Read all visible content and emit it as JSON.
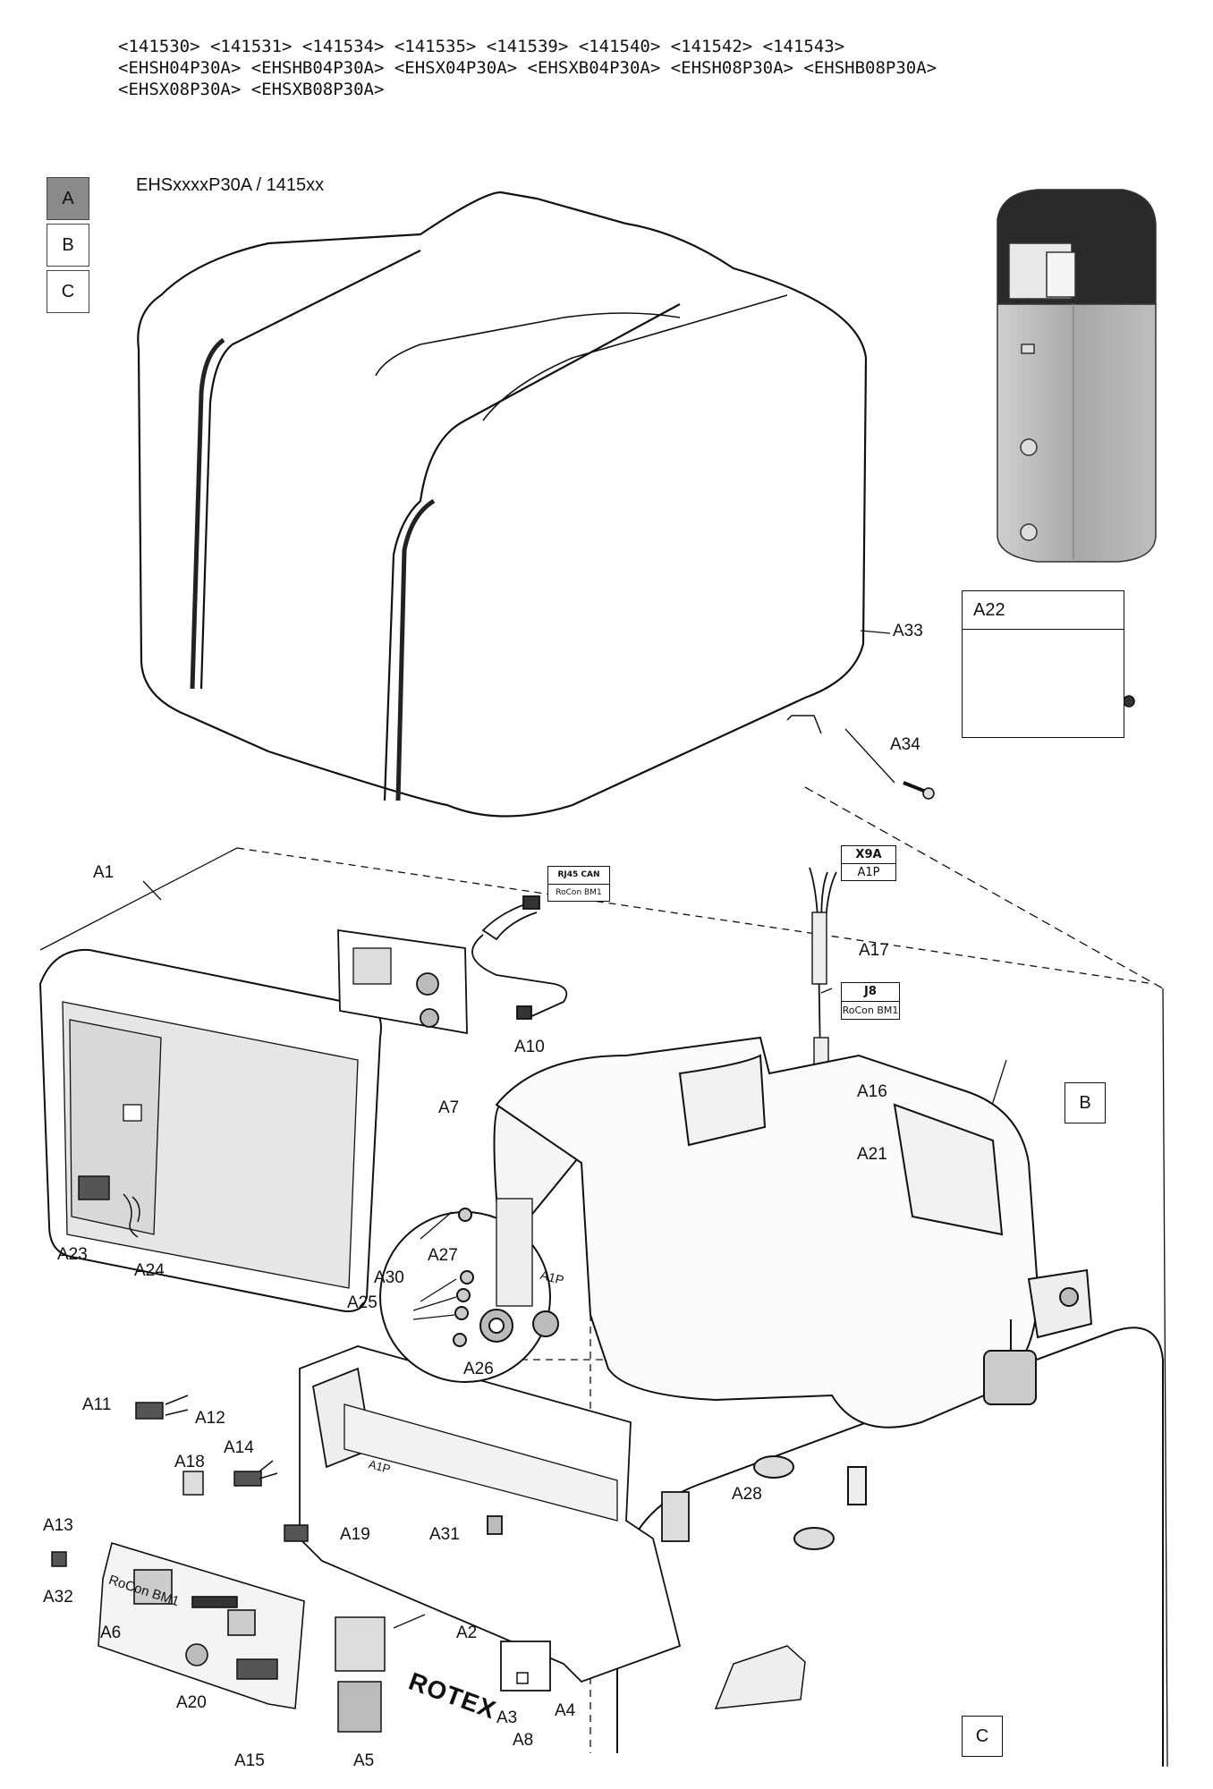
{
  "header": {
    "line1": "<141530> <141531> <141534> <141535> <141539> <141540> <141542> <141543>",
    "line2": "<EHSH04P30A> <EHSHB04P30A> <EHSX04P30A> <EHSXB04P30A> <EHSH08P30A> <EHSHB08P30A>",
    "line3": "<EHSX08P30A> <EHSXB08P30A>"
  },
  "sections": [
    "A",
    "B",
    "C"
  ],
  "active_section": "A",
  "model_label": "EHSxxxxP30A / 1415xx",
  "brand": "ROTEX",
  "board_labels": {
    "a1p_1": "A1P",
    "a1p_2": "A1P",
    "rocon": "RoCon BM1"
  },
  "connector_tags": {
    "rj45": {
      "top": "RJ45 CAN",
      "bottom": "RoCon BM1"
    },
    "x9a": {
      "top": "X9A",
      "bottom": "A1P"
    },
    "j8": {
      "top": "J8",
      "bottom": "RoCon BM1"
    }
  },
  "detail_boxes": {
    "b": "B",
    "c": "C"
  },
  "kit_label": "A22",
  "part_labels": {
    "A1": "A1",
    "A2": "A2",
    "A3": "A3",
    "A4": "A4",
    "A5": "A5",
    "A6": "A6",
    "A7": "A7",
    "A8": "A8",
    "A10": "A10",
    "A11": "A11",
    "A12": "A12",
    "A13": "A13",
    "A14": "A14",
    "A15": "A15",
    "A16": "A16",
    "A17": "A17",
    "A18": "A18",
    "A19": "A19",
    "A20": "A20",
    "A21": "A21",
    "A23": "A23",
    "A24": "A24",
    "A25": "A25",
    "A26": "A26",
    "A27": "A27",
    "A28": "A28",
    "A30": "A30",
    "A31": "A31",
    "A32": "A32",
    "A33": "A33",
    "A34": "A34"
  }
}
